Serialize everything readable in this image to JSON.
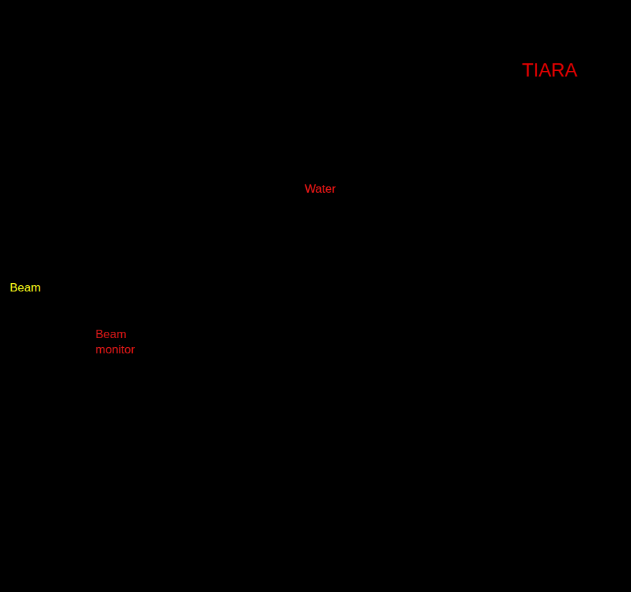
{
  "diagram": {
    "nodes": [
      {
        "text": [
          "Water"
        ]
      }
    ],
    "labels": [
      "TIARA",
      "Beam",
      "Beam monitor"
    ]
  }
}
